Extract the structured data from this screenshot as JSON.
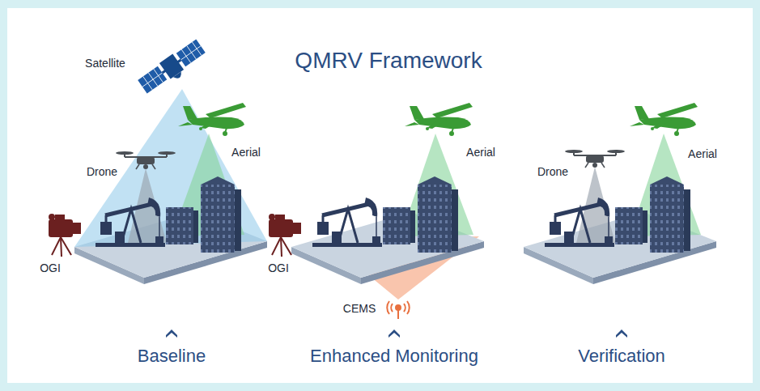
{
  "diagram": {
    "title": "QMRV Framework",
    "labels": [
      "Satellite",
      "Drone",
      "Aerial",
      "OGI",
      "Baseline",
      "Aerial",
      "OGI",
      "CEMS",
      "Enhanced Monitoring",
      "Drone",
      "Aerial",
      "Verification"
    ]
  }
}
